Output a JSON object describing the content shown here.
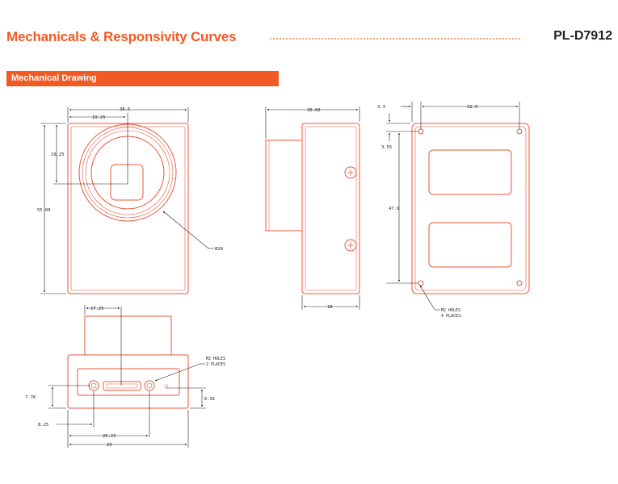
{
  "header": {
    "title": "Mechanicals & Responsivity Curves",
    "model": "PL-D7912"
  },
  "section": {
    "label": "Mechanical Drawing"
  },
  "front_view": {
    "width_dim": "38.5",
    "half_width_dim": "19.25",
    "half_height_dim": "19.25",
    "height_dim": "55.00",
    "lens_dia_dim": "Ø28"
  },
  "side_view": {
    "total_dim": "30.00",
    "body_dim": "18"
  },
  "back_view": {
    "hole_offset_x": "3.3",
    "hole_spacing_x": "31.9",
    "hole_offset_y": "3.55",
    "hole_spacing_y": "47.9",
    "holes_note_1": "M2 HOLES",
    "holes_note_2": "4 PLACES."
  },
  "bottom_view": {
    "center_dim": "17.25",
    "holes_note_1": "M2 HOLES",
    "holes_note_2": "2 PLACES",
    "height_left_dim": "7.76",
    "height_right_dim": "6.91",
    "hole1_x_dim": "8.25",
    "hole2_x_dim": "26.25",
    "width_dim": "29"
  },
  "colors": {
    "accent": "#f15a24",
    "outline": "#e8553a"
  }
}
